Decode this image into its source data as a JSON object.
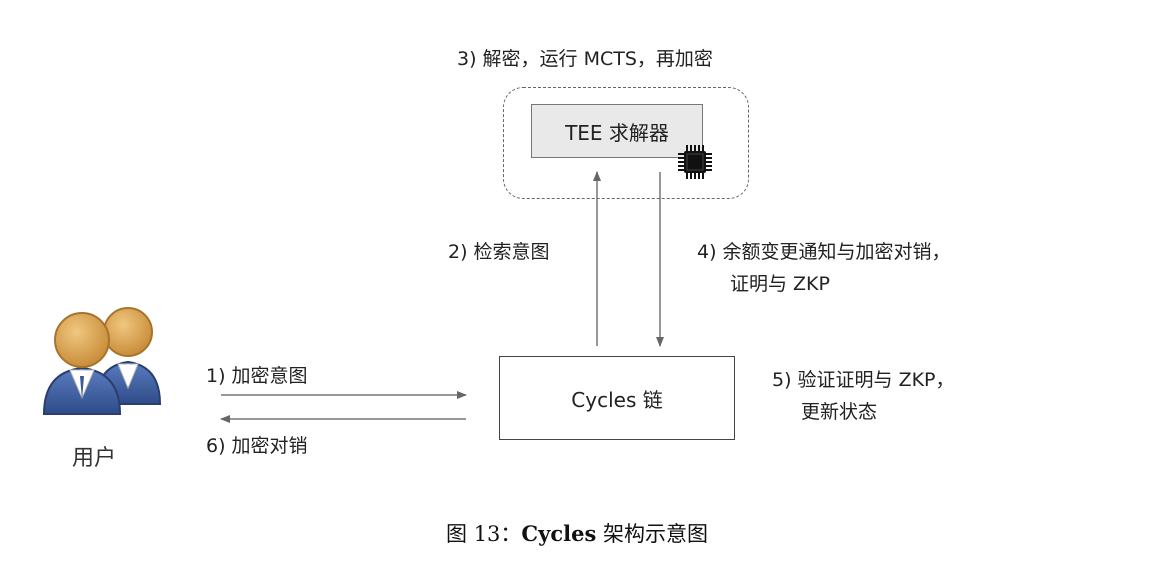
{
  "step3": "3) 解密，运行 MCTS，再加密",
  "tee_solver": "TEE 求解器",
  "step2": "2) 检索意图",
  "step4": {
    "line1": "4) 余额变更通知与加密对销，",
    "line2": "证明与 ZKP"
  },
  "step1": "1) 加密意图",
  "step6": "6) 加密对销",
  "cycles_chain": "Cycles 链",
  "step5": {
    "line1": "5) 验证证明与 ZKP，",
    "line2": "更新状态"
  },
  "user": "用户",
  "caption": {
    "prefix": "图 13：",
    "bold": "Cycles",
    "suffix": " 架构示意图"
  },
  "icons": {
    "user": "users-icon",
    "chip": "chip-icon"
  },
  "colors": {
    "arrow": "#666666",
    "user_head": "#d9a55a",
    "user_body": "#3a5a98",
    "tee_fill": "#e9e9e9"
  }
}
